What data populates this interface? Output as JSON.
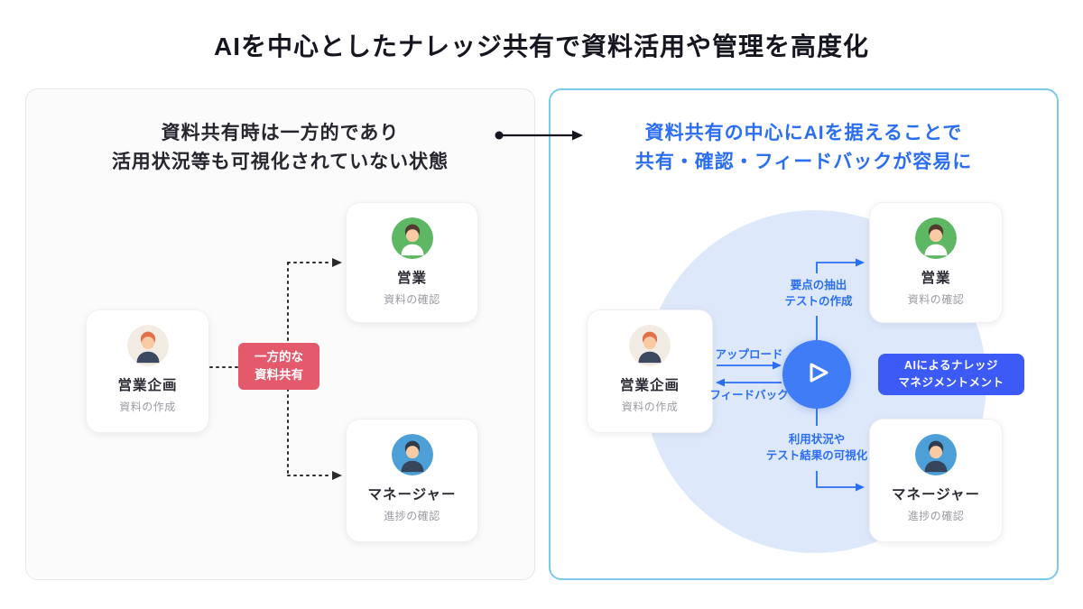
{
  "header": {
    "title": "AIを中心としたナレッジ共有で資料活用や管理を高度化"
  },
  "before_panel": {
    "title_lines": [
      "資料共有時は一方的であり",
      "活用状況等も可視化されていない状態"
    ],
    "badge_lines": [
      "一方的な",
      "資料共有"
    ],
    "cards": {
      "sales_planning": {
        "label": "営業企画",
        "sublabel": "資料の作成"
      },
      "sales": {
        "label": "営業",
        "sublabel": "資料の確認"
      },
      "manager": {
        "label": "マネージャー",
        "sublabel": "進捗の確認"
      }
    }
  },
  "after_panel": {
    "title_lines": [
      "資料共有の中心にAIを据えることで",
      "共有・確認・フィードバックが容易に"
    ],
    "badge_lines": [
      "AIによるナレッジ",
      "マネジメントメント"
    ],
    "flow_labels": {
      "upload": "アップロード",
      "feedback": "フィードバック",
      "to_sales_lines": [
        "要点の抽出",
        "テストの作成"
      ],
      "to_manager_lines": [
        "利用状況や",
        "テスト結果の可視化"
      ]
    },
    "cards": {
      "sales_planning": {
        "label": "営業企画",
        "sublabel": "資料の作成"
      },
      "sales": {
        "label": "営業",
        "sublabel": "資料の確認"
      },
      "manager": {
        "label": "マネージャー",
        "sublabel": "進捗の確認"
      }
    }
  },
  "colors": {
    "accent_blue": "#2b6ef2",
    "badge_red": "#e4596b",
    "badge_blue": "#3c5bf6",
    "ai_icon_blue": "#3f7cf6",
    "halo_blue": "#dde9fb",
    "panel_border_blue": "#7ec9ea"
  }
}
